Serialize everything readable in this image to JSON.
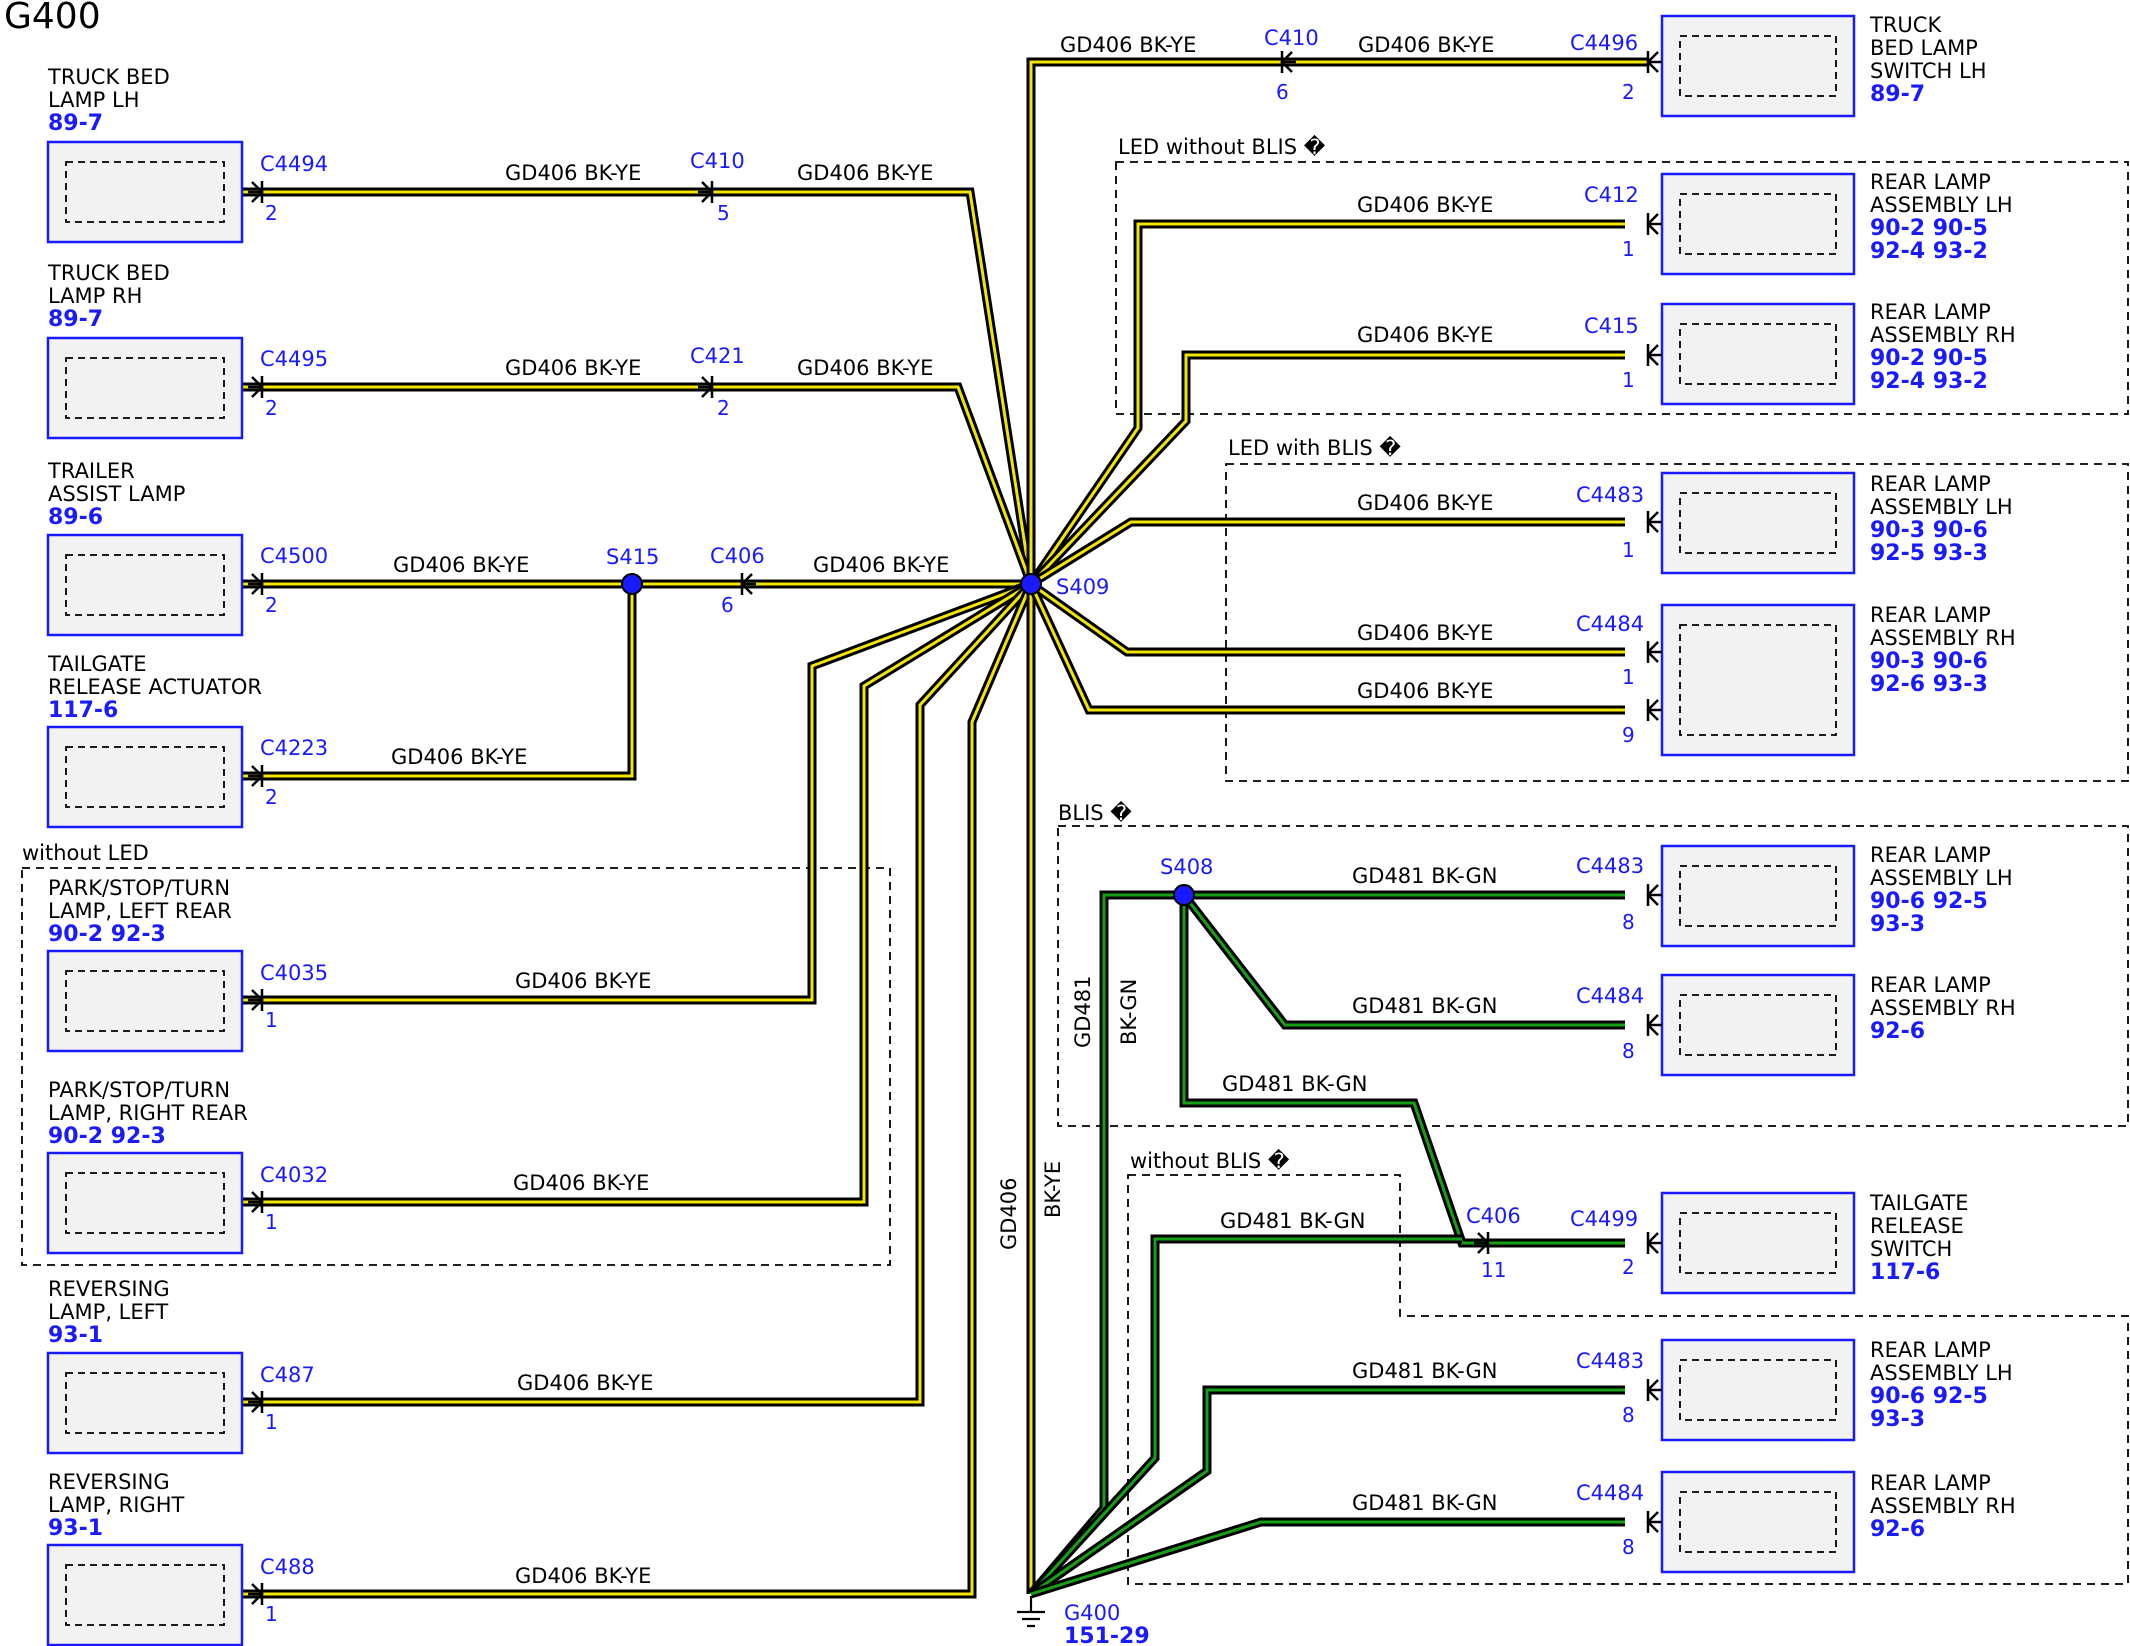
{
  "title": "G400",
  "components": [
    {
      "id": "truck-bed-lamp-lh",
      "lines": [
        "TRUCK BED",
        "LAMP LH"
      ],
      "refs": [
        "89-7"
      ]
    },
    {
      "id": "truck-bed-lamp-rh",
      "lines": [
        "TRUCK BED",
        "LAMP RH"
      ],
      "refs": [
        "89-7"
      ]
    },
    {
      "id": "trailer-assist-lamp",
      "lines": [
        "TRAILER",
        "ASSIST LAMP"
      ],
      "refs": [
        "89-6"
      ]
    },
    {
      "id": "tailgate-release-actuator",
      "lines": [
        "TAILGATE",
        "RELEASE ACTUATOR"
      ],
      "refs": [
        "117-6"
      ]
    },
    {
      "id": "park-stop-turn-left-rear",
      "lines": [
        "PARK/STOP/TURN",
        "LAMP, LEFT REAR"
      ],
      "refs": [
        "90-2  92-3"
      ]
    },
    {
      "id": "park-stop-turn-right-rear",
      "lines": [
        "PARK/STOP/TURN",
        "LAMP, RIGHT REAR"
      ],
      "refs": [
        "90-2  92-3"
      ]
    },
    {
      "id": "reversing-lamp-left",
      "lines": [
        "REVERSING",
        "LAMP, LEFT"
      ],
      "refs": [
        "93-1"
      ]
    },
    {
      "id": "reversing-lamp-right",
      "lines": [
        "REVERSING",
        "LAMP, RIGHT"
      ],
      "refs": [
        "93-1"
      ]
    },
    {
      "id": "truck-bed-lamp-switch-lh",
      "lines": [
        "TRUCK",
        "BED LAMP",
        "SWITCH LH"
      ],
      "refs": [
        "89-7"
      ]
    },
    {
      "id": "rear-lamp-lh-led",
      "lines": [
        "REAR LAMP",
        "ASSEMBLY LH"
      ],
      "refs": [
        "90-2  90-5",
        "92-4  93-2"
      ]
    },
    {
      "id": "rear-lamp-rh-led",
      "lines": [
        "REAR LAMP",
        "ASSEMBLY RH"
      ],
      "refs": [
        "90-2  90-5",
        "92-4  93-2"
      ]
    },
    {
      "id": "rear-lamp-lh-blis",
      "lines": [
        "REAR LAMP",
        "ASSEMBLY LH"
      ],
      "refs": [
        "90-3  90-6",
        "92-5  93-3"
      ]
    },
    {
      "id": "rear-lamp-rh-blis",
      "lines": [
        "REAR LAMP",
        "ASSEMBLY RH"
      ],
      "refs": [
        "90-3  90-6",
        "92-6  93-3"
      ]
    },
    {
      "id": "rear-lamp-lh-blis2",
      "lines": [
        "REAR LAMP",
        "ASSEMBLY LH"
      ],
      "refs": [
        "90-6  92-5",
        "93-3"
      ]
    },
    {
      "id": "rear-lamp-rh-blis2",
      "lines": [
        "REAR LAMP",
        "ASSEMBLY RH"
      ],
      "refs": [
        "92-6"
      ]
    },
    {
      "id": "tailgate-release-switch",
      "lines": [
        "TAILGATE",
        "RELEASE",
        "SWITCH"
      ],
      "refs": [
        "117-6"
      ]
    },
    {
      "id": "rear-lamp-lh-noblis",
      "lines": [
        "REAR LAMP",
        "ASSEMBLY LH"
      ],
      "refs": [
        "90-6  92-5",
        "93-3"
      ]
    },
    {
      "id": "rear-lamp-rh-noblis",
      "lines": [
        "REAR LAMP",
        "ASSEMBLY RH"
      ],
      "refs": [
        "92-6"
      ]
    }
  ],
  "connectors": [
    {
      "id": "c4494",
      "name": "C4494",
      "pin": "2"
    },
    {
      "id": "c410a",
      "name": "C410",
      "pin": "5"
    },
    {
      "id": "c4495",
      "name": "C4495",
      "pin": "2"
    },
    {
      "id": "c421",
      "name": "C421",
      "pin": "2"
    },
    {
      "id": "c4500",
      "name": "C4500",
      "pin": "2"
    },
    {
      "id": "c406a",
      "name": "C406",
      "pin": "6"
    },
    {
      "id": "c4223",
      "name": "C4223",
      "pin": "2"
    },
    {
      "id": "c4035",
      "name": "C4035",
      "pin": "1"
    },
    {
      "id": "c4032",
      "name": "C4032",
      "pin": "1"
    },
    {
      "id": "c487",
      "name": "C487",
      "pin": "1"
    },
    {
      "id": "c488",
      "name": "C488",
      "pin": "1"
    },
    {
      "id": "c410b",
      "name": "C410",
      "pin": "6"
    },
    {
      "id": "c4496",
      "name": "C4496",
      "pin": "2"
    },
    {
      "id": "c412",
      "name": "C412",
      "pin": "1"
    },
    {
      "id": "c415",
      "name": "C415",
      "pin": "1"
    },
    {
      "id": "c4483a",
      "name": "C4483",
      "pin": "1"
    },
    {
      "id": "c4484a",
      "name": "C4484",
      "pin": "1"
    },
    {
      "id": "c4484a9",
      "name": "",
      "pin": "9"
    },
    {
      "id": "c4483b",
      "name": "C4483",
      "pin": "8"
    },
    {
      "id": "c4484b",
      "name": "C4484",
      "pin": "8"
    },
    {
      "id": "c406b",
      "name": "C406",
      "pin": "11"
    },
    {
      "id": "c4499",
      "name": "C4499",
      "pin": "2"
    },
    {
      "id": "c4483c",
      "name": "C4483",
      "pin": "8"
    },
    {
      "id": "c4484c",
      "name": "C4484",
      "pin": "8"
    }
  ],
  "splices": [
    {
      "id": "s415",
      "name": "S415"
    },
    {
      "id": "s409",
      "name": "S409"
    },
    {
      "id": "s408",
      "name": "S408"
    }
  ],
  "ground": {
    "name": "G400",
    "ref": "151-29"
  },
  "groups": [
    {
      "id": "without-led",
      "label": "without LED"
    },
    {
      "id": "led-without-blis",
      "label": "LED without BLIS �"
    },
    {
      "id": "led-with-blis",
      "label": "LED with BLIS �"
    },
    {
      "id": "blis",
      "label": "BLIS �"
    },
    {
      "id": "without-blis",
      "label": "without BLIS �"
    }
  ],
  "wire_labels": {
    "ye": "GD406  BK-YE",
    "gn": "GD481  BK-GN",
    "ye_circuit": "GD406",
    "ye_color": "BK-YE",
    "gn_circuit": "GD481",
    "gn_color": "BK-GN"
  },
  "colors": {
    "wire_yellow": "#f2e600",
    "wire_green": "#15a015",
    "connector_blue": "#1a1aff"
  }
}
